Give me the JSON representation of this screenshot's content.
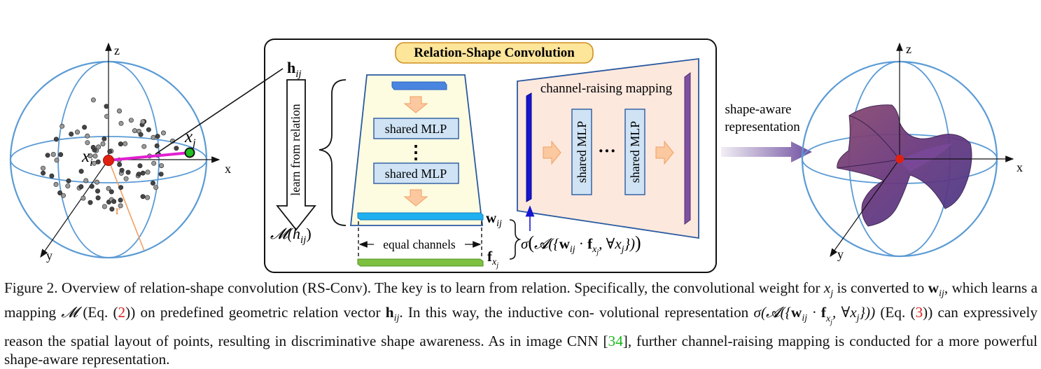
{
  "figure": {
    "left_sphere": {
      "axis_z": "z",
      "axis_x": "x",
      "axis_y": "y",
      "radius_label": "r",
      "center_point": "x",
      "center_sub": "i",
      "neighbor_point": "x",
      "neighbor_sub": "j"
    },
    "relation": {
      "h_label": "h",
      "h_sub": "ij",
      "learn_text": "learn from relation",
      "mapping_label": "𝓜(h",
      "mapping_sub": "ij",
      "mapping_close": ")"
    },
    "rsconv": {
      "title": "Relation-Shape Convolution",
      "mlp1": "shared MLP",
      "dots": "⋮",
      "mlp2": "shared MLP",
      "w_label": "w",
      "w_sub": "ij",
      "f_label": "f",
      "f_sub": "x",
      "f_subsub": "j",
      "equal_channels": "equal channels",
      "channel_raising": "channel-raising mapping",
      "mlp_v1": "shared MLP",
      "hdots": "···",
      "mlp_v2": "shared MLP",
      "formula": "σ(𝓐({w_ij · f_xj, ∀x_j}))"
    },
    "shape_aware": {
      "line1": "shape-aware",
      "line2": "representation"
    },
    "right_sphere": {
      "axis_z": "z",
      "axis_x": "x",
      "axis_y": "y"
    }
  },
  "caption": {
    "p1": "Figure 2. Overview of relation-shape convolution (RS-Conv). The key is to learn from relation. Specifically, the convolutional weight for",
    "p2a": "is converted to",
    "p2b": ", which learns a mapping",
    "p2c": "(Eq. (",
    "p2ref": "2",
    "p2d": ")) on predefined geometric relation vector",
    "p2e": ". In this way, the inductive con-",
    "p3a": "volutional representation",
    "p3b": "(Eq. (",
    "p3ref": "3",
    "p3c": ")) can expressively reason the spatial layout of points, resulting in discriminative",
    "p4a": "shape awareness. As in image CNN [",
    "p4cite": "34",
    "p4b": "], further channel-raising mapping is conducted for a more powerful shape-aware representation."
  },
  "colors": {
    "sphere": "#5b9bd5",
    "magenta": "#e020d0",
    "center_point": "#e02010",
    "neighbor_point": "#20c020",
    "title_fill": "#fde59a",
    "title_stroke": "#d09020",
    "trapezoid_fill": "#fdfbe0",
    "mlp_fill": "#cfe3f5",
    "arrow_fill": "#fbc8a0",
    "right_panel_fill": "#fde8de",
    "w_bar": "#1fb0f0",
    "f_bar": "#7ec040",
    "blue_bar": "#1515d0",
    "purple_bar": "#8050a0",
    "surface": "#6a3a7a"
  }
}
